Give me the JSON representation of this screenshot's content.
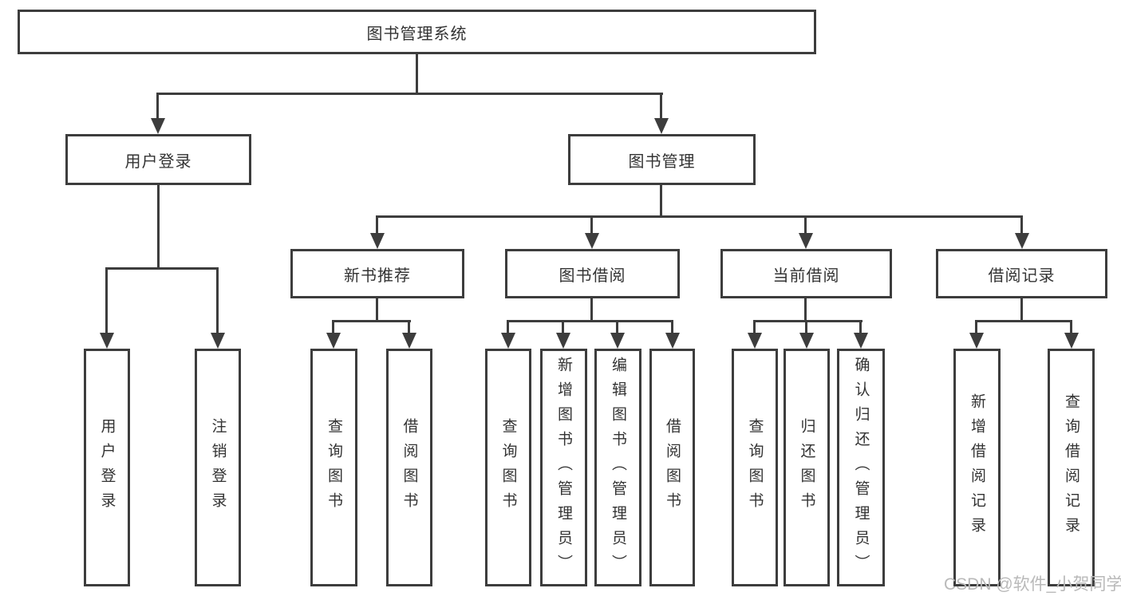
{
  "diagram_type": "hierarchy-tree",
  "colors": {
    "line": "#3d3d3d",
    "box_background": "#ffffff",
    "text": "#333333",
    "watermark": "#b9b9b9"
  },
  "tree": {
    "label": "图书管理系统",
    "children": [
      {
        "label": "用户登录",
        "children": [
          {
            "label": "用户登录"
          },
          {
            "label": "注销登录"
          }
        ]
      },
      {
        "label": "图书管理",
        "children": [
          {
            "label": "新书推荐",
            "children": [
              {
                "label": "查询图书"
              },
              {
                "label": "借阅图书"
              }
            ]
          },
          {
            "label": "图书借阅",
            "children": [
              {
                "label": "查询图书"
              },
              {
                "label": "新增图书（管理员）"
              },
              {
                "label": "编辑图书（管理员）"
              },
              {
                "label": "借阅图书"
              }
            ]
          },
          {
            "label": "当前借阅",
            "children": [
              {
                "label": "查询图书"
              },
              {
                "label": "归还图书"
              },
              {
                "label": "确认归还（管理员）"
              }
            ]
          },
          {
            "label": "借阅记录",
            "children": [
              {
                "label": "新增借阅记录"
              },
              {
                "label": "查询借阅记录"
              }
            ]
          }
        ]
      }
    ]
  },
  "watermark": {
    "text": "CSDN @软件_小贺同学"
  }
}
